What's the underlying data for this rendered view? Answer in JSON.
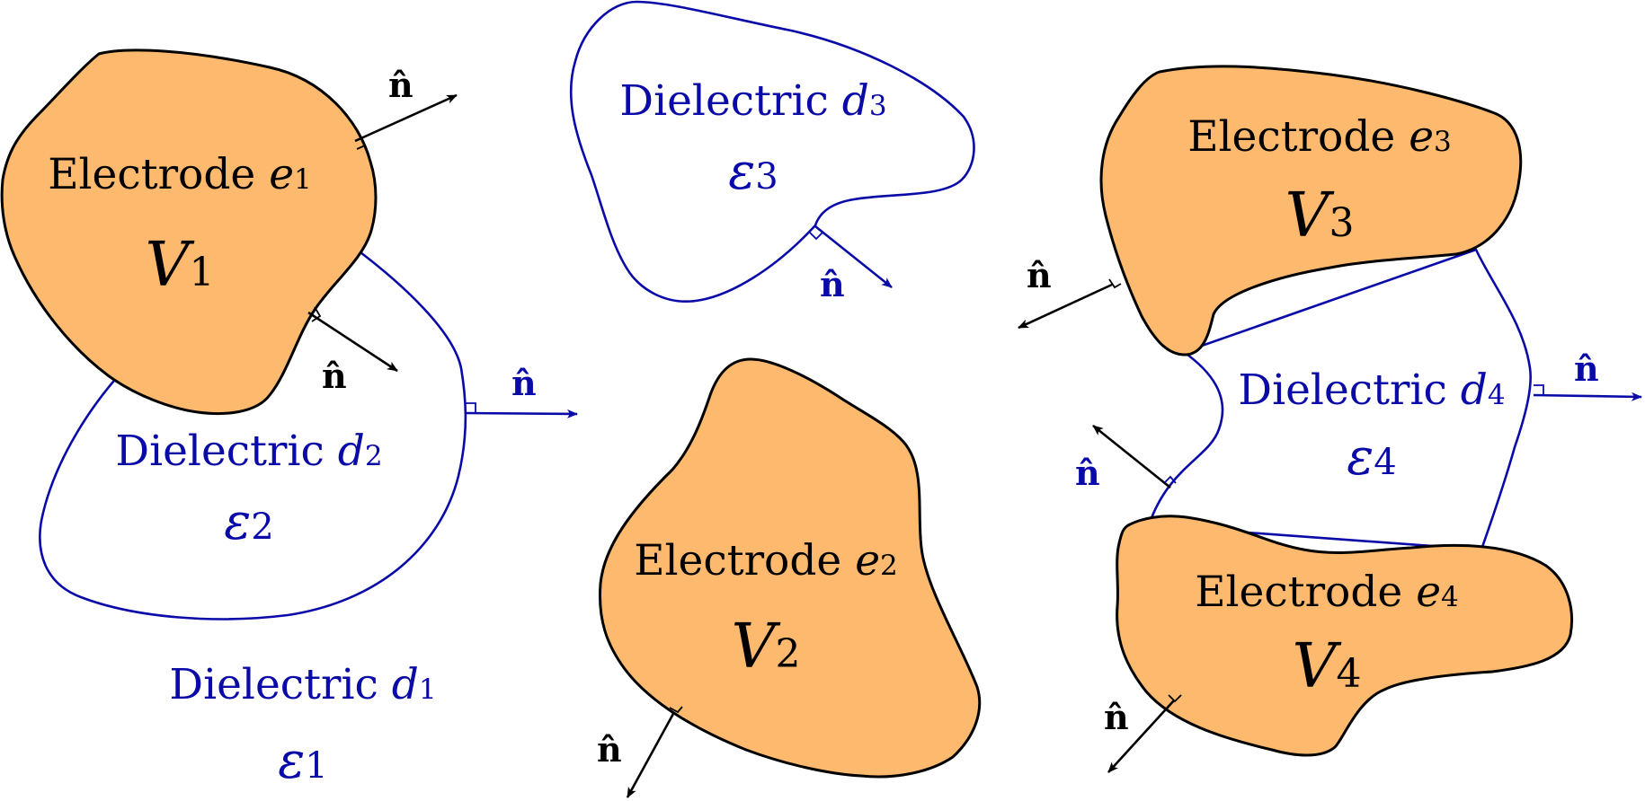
{
  "colors": {
    "electrode_fill": "#fdb96e",
    "electrode_stroke": "#000000",
    "dielectric_stroke": "#0a0aa8",
    "background": "#ffffff"
  },
  "electrodes": [
    {
      "label_word": "Electrode",
      "label_var": "e",
      "label_sub": "1",
      "potential_var": "V",
      "potential_sub": "1"
    },
    {
      "label_word": "Electrode",
      "label_var": "e",
      "label_sub": "2",
      "potential_var": "V",
      "potential_sub": "2"
    },
    {
      "label_word": "Electrode",
      "label_var": "e",
      "label_sub": "3",
      "potential_var": "V",
      "potential_sub": "3"
    },
    {
      "label_word": "Electrode",
      "label_var": "e",
      "label_sub": "4",
      "potential_var": "V",
      "potential_sub": "4"
    }
  ],
  "dielectrics": [
    {
      "label_word": "Dielectric",
      "label_var": "d",
      "label_sub": "1",
      "permittivity_var": "ε",
      "permittivity_sub": "1"
    },
    {
      "label_word": "Dielectric",
      "label_var": "d",
      "label_sub": "2",
      "permittivity_var": "ε",
      "permittivity_sub": "2"
    },
    {
      "label_word": "Dielectric",
      "label_var": "d",
      "label_sub": "3",
      "permittivity_var": "ε",
      "permittivity_sub": "3"
    },
    {
      "label_word": "Dielectric",
      "label_var": "d",
      "label_sub": "4",
      "permittivity_var": "ε",
      "permittivity_sub": "4"
    }
  ],
  "normal_label": "n̂"
}
